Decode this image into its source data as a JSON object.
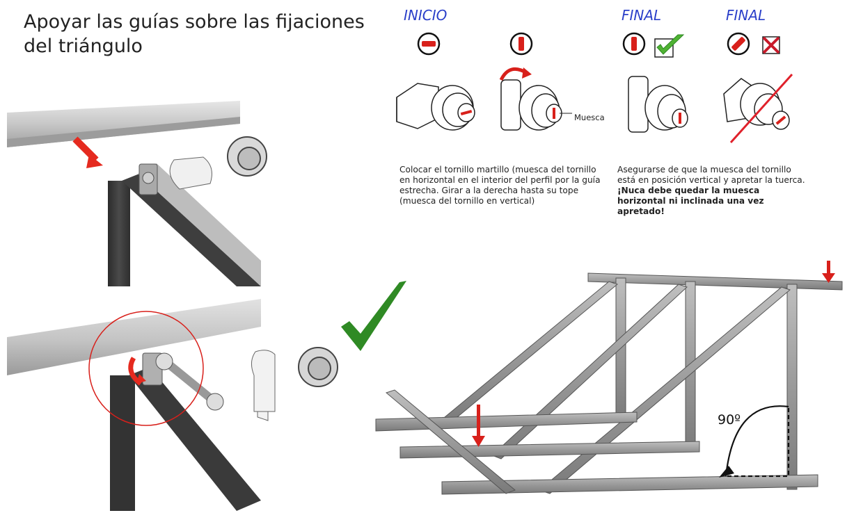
{
  "title": "Apoyar las guías sobre las fijaciones del triángulo",
  "steps": {
    "inicio": "INICIO",
    "final_ok": "FINAL",
    "final_wrong": "FINAL"
  },
  "muesca_label": "Muesca",
  "desc_left": "Colocar el tornillo martillo (muesca del tornillo en horizontal en el interior del perfil por la guía estrecha. Girar a la derecha hasta su tope (muesca del tornillo en vertical)",
  "desc_right_normal": "Asegurarse de que la muesca del tornillo está en posición vertical y apretar la tuerca.",
  "desc_right_bold": "¡Nuca debe quedar la muesca horizontal ni inclinada una vez apretado!",
  "angle_label": "90º",
  "colors": {
    "accent_blue": "#2a3fc9",
    "arrow_red": "#d8201b",
    "check_green": "#2f8a24",
    "profile_dark": "#3a3a3a",
    "profile_silver": "#b9b9b9"
  },
  "icons": [
    "minus-circle-icon",
    "vertical-bar-circle-icon",
    "check-icon",
    "diagonal-bar-circle-icon",
    "cross-box-icon",
    "wrench-icon",
    "rotate-arrow-icon"
  ]
}
